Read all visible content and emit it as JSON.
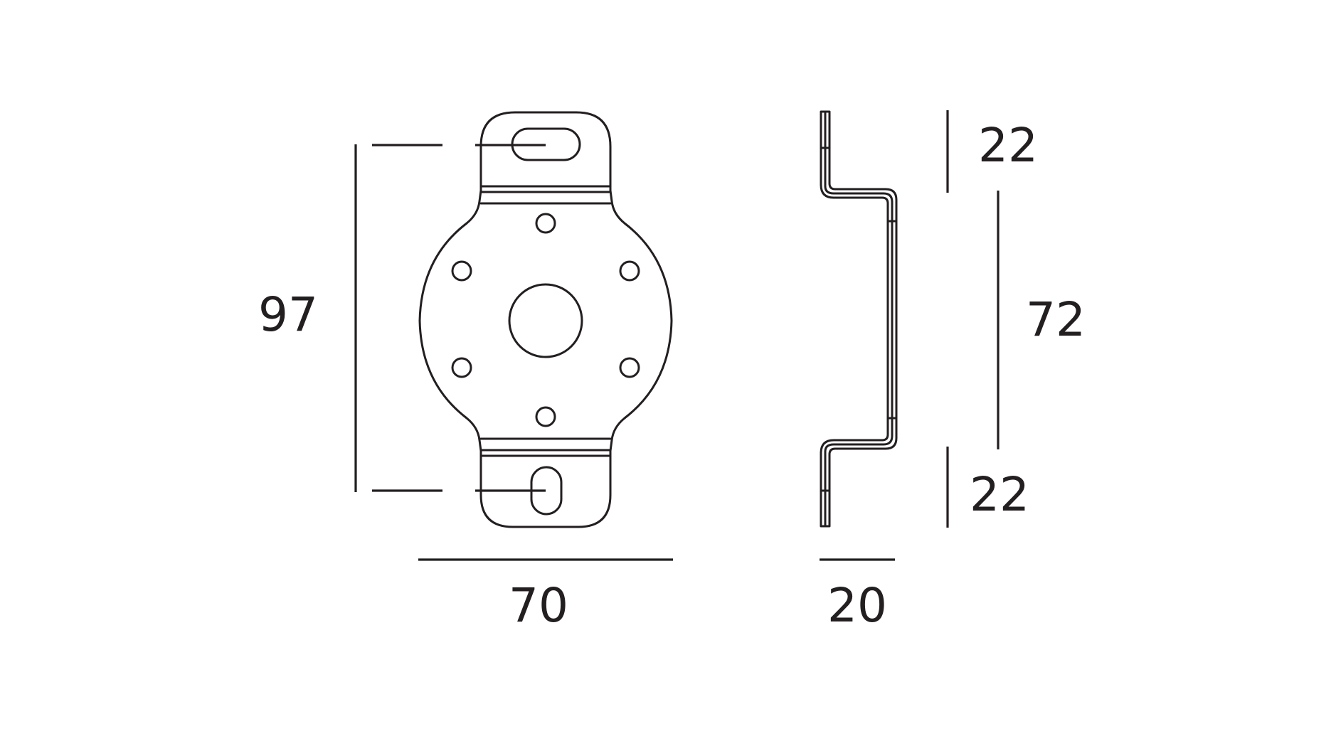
{
  "colors": {
    "background": "#ffffff",
    "line": "#231f20"
  },
  "dimensions": {
    "front_height": "97",
    "front_width": "70",
    "side_top_flange": "22",
    "side_middle": "72",
    "side_bottom_flange": "22",
    "side_depth": "20"
  }
}
